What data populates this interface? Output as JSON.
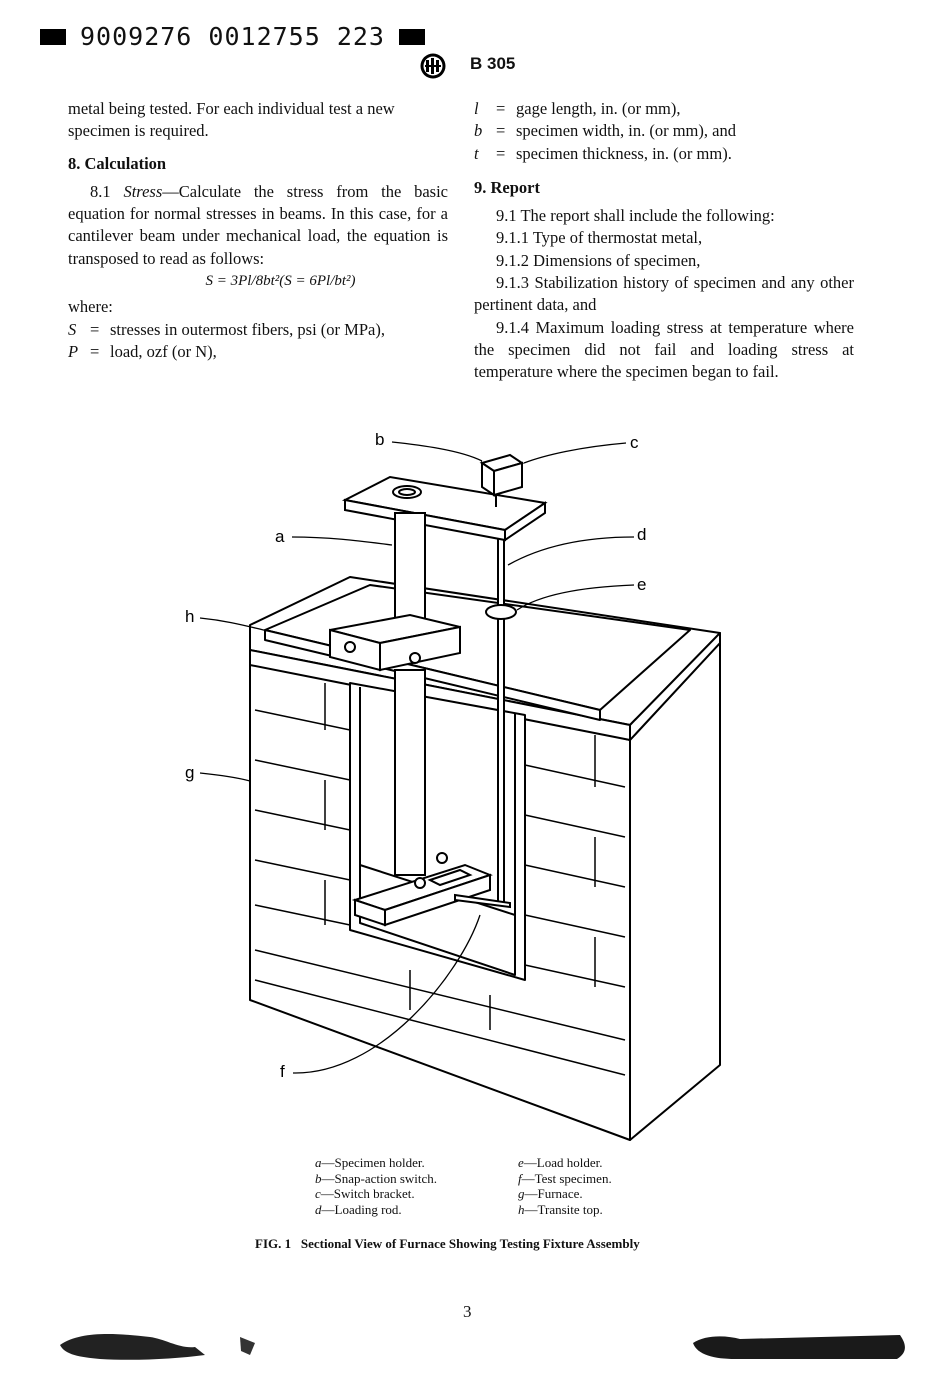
{
  "barcode": {
    "text": "9009276 0012755 223"
  },
  "header": {
    "code": "B 305"
  },
  "left_column": {
    "cont_line1": "metal being tested. For each individual test a new",
    "cont_line2": "specimen is required.",
    "section8_title": "8. Calculation",
    "para_8_1_num": "8.1",
    "para_8_1_term": "Stress",
    "para_8_1_text": "—Calculate the stress from the basic equation for normal stresses in beams. In this case, for a cantilever beam under mechanical load, the equation is transposed to read as follows:",
    "equation": "S = 3Pl/8bt²(S = 6Pl/bt²)",
    "where": "where:",
    "defs": [
      {
        "sym": "S",
        "text": "stresses in outermost fibers, psi (or MPa),"
      },
      {
        "sym": "P",
        "text": "load, ozf (or N),"
      }
    ]
  },
  "right_column": {
    "defs": [
      {
        "sym": "l",
        "text": "gage length, in. (or mm),"
      },
      {
        "sym": "b",
        "text": "specimen width, in. (or mm), and"
      },
      {
        "sym": "t",
        "text": "specimen thickness, in. (or mm)."
      }
    ],
    "section9_title": "9. Report",
    "items": [
      "9.1 The report shall include the following:",
      "9.1.1 Type of thermostat metal,",
      "9.1.2 Dimensions of specimen,",
      "9.1.3 Stabilization history of specimen and any other pertinent data, and",
      "9.1.4 Maximum loading stress at temperature where the specimen did not fail and loading stress at temperature where the specimen began to fail."
    ]
  },
  "figure": {
    "labels": {
      "a": "a",
      "b": "b",
      "c": "c",
      "d": "d",
      "e": "e",
      "f": "f",
      "g": "g",
      "h": "h"
    }
  },
  "caption": {
    "left": [
      {
        "letter": "a",
        "text": "—Specimen holder."
      },
      {
        "letter": "b",
        "text": "—Snap-action switch."
      },
      {
        "letter": "c",
        "text": "—Switch bracket."
      },
      {
        "letter": "d",
        "text": "—Loading rod."
      }
    ],
    "right": [
      {
        "letter": "e",
        "text": "—Load holder."
      },
      {
        "letter": "f",
        "text": "—Test specimen."
      },
      {
        "letter": "g",
        "text": "—Furnace."
      },
      {
        "letter": "h",
        "text": "—Transite top."
      }
    ]
  },
  "fig_title": "FIG. 1   Sectional View of Furnace Showing Testing Fixture Assembly",
  "page_number": "3"
}
